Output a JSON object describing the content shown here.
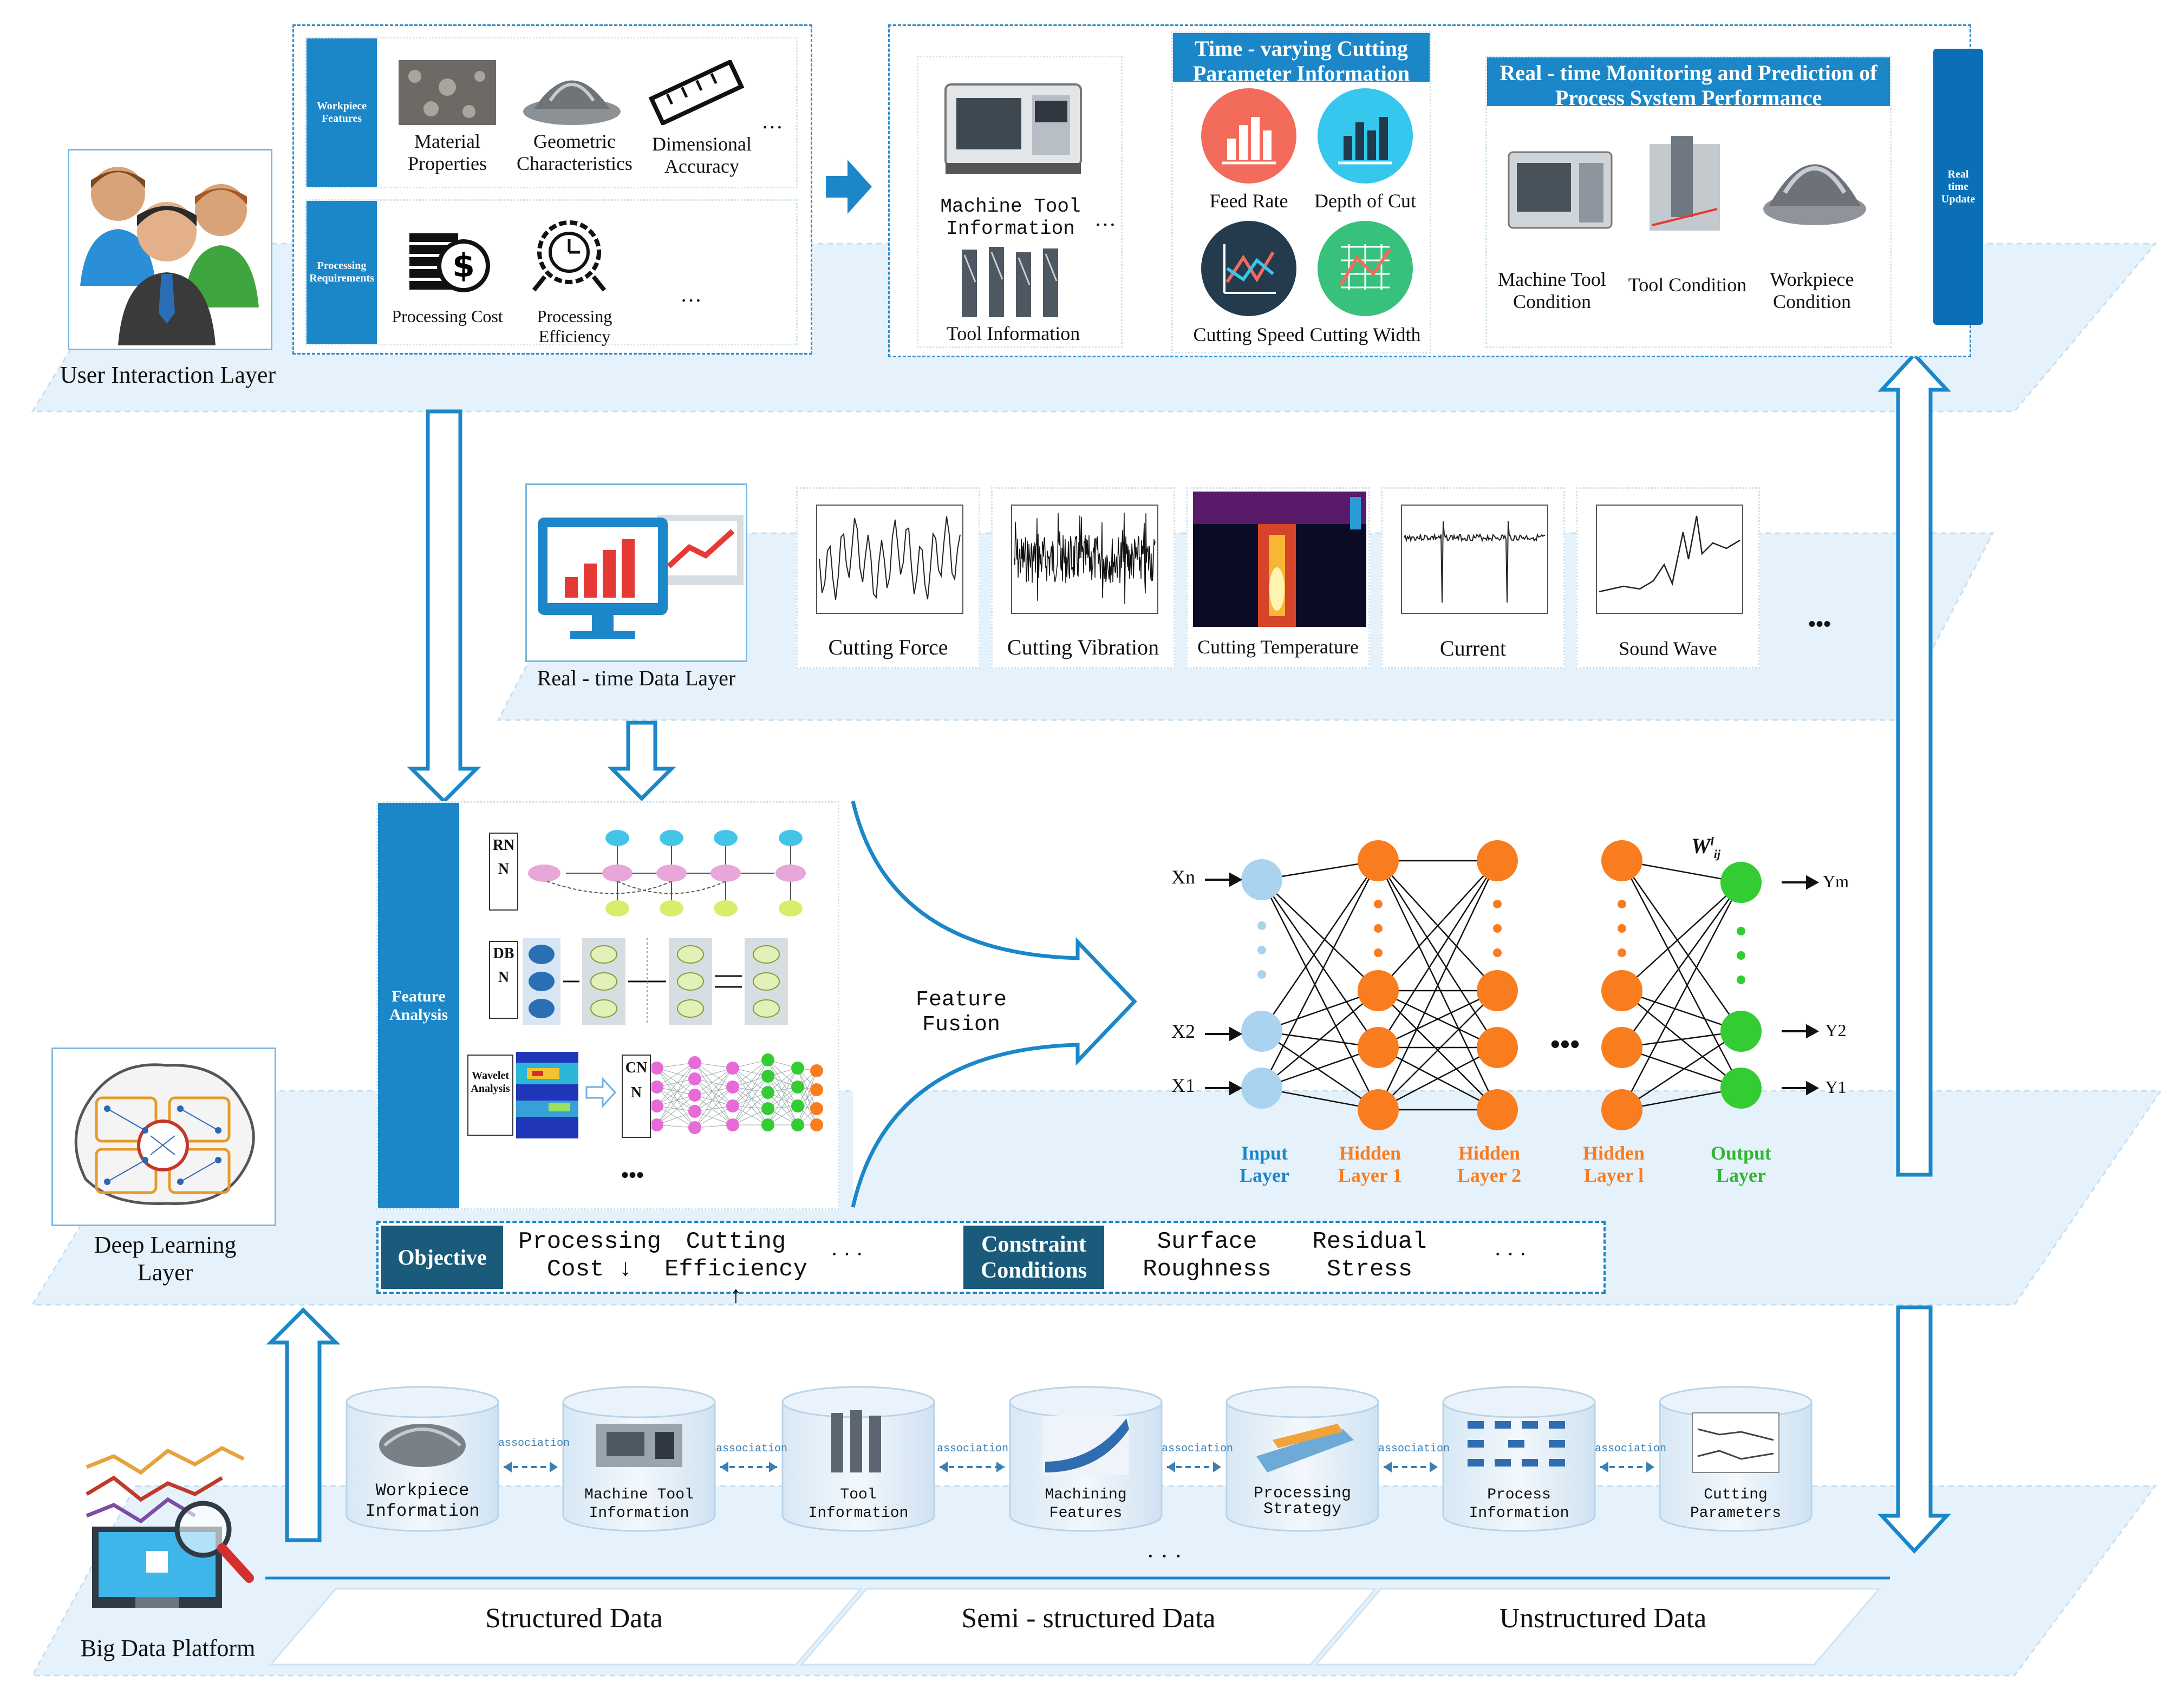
{
  "colors": {
    "accent": "#1b87c9",
    "dark": "#1a5a7a",
    "orange": "#f97d1e",
    "green": "#33cc33",
    "lightBlue": "#a9d3ee",
    "layerBand": "#e6f2fb"
  },
  "layers": {
    "user": "User Interaction Layer",
    "realtime": "Real - time Data Layer",
    "deep": "Deep Learning Layer",
    "bigdata": "Big Data Platform"
  },
  "user_panel": {
    "workpiece_tag": "Workpiece Features",
    "processing_tag": "Processing Requirements",
    "items": [
      "Material Properties",
      "Geometric Characteristics",
      "Dimensional Accuracy"
    ],
    "req_items": [
      "Processing Cost",
      "Processing Efficiency"
    ],
    "ellipsis": "…"
  },
  "info_panel": {
    "machine_tool": "Machine Tool Information",
    "tool": "Tool Information",
    "ellipsis": "…",
    "cutting_title": "Time - varying Cutting Parameter Information",
    "params": [
      "Feed Rate",
      "Depth of Cut",
      "Cutting Speed",
      "Cutting Width"
    ],
    "monitor_title": "Real - time Monitoring and Prediction of Process System Performance",
    "conditions": [
      "Machine Tool Condition",
      "Tool Condition",
      "Workpiece Condition"
    ],
    "realtime_update": "Real time Update"
  },
  "signals": [
    "Cutting Force",
    "Cutting Vibration",
    "Cutting Temperature",
    "Current",
    "Sound Wave"
  ],
  "signals_more": "•••",
  "feature": {
    "bar": "Feature Analysis",
    "rnn": "RNN",
    "dbn": "DBN",
    "cnn": "CNN",
    "wavelet": "Wavelet Analysis",
    "more": "•••",
    "fusion": "Feature Fusion"
  },
  "network": {
    "inputs": [
      "Xn",
      "X2",
      "X1"
    ],
    "outputs": [
      "Ym",
      "Y2",
      "Y1"
    ],
    "weight": "W",
    "layers": [
      "Input Layer",
      "Hidden Layer 1",
      "Hidden Layer 2",
      "Hidden Layer l",
      "Output Layer"
    ],
    "dots": "•••"
  },
  "objectives": {
    "objective_label": "Objective",
    "obj_items": [
      "Processing Cost ↓",
      "Cutting Efficiency ↑"
    ],
    "constraint_label": "Constraint Conditions",
    "con_items": [
      "Surface Roughness",
      "Residual Stress"
    ],
    "ellipsis": "· · ·"
  },
  "bigdata": {
    "cylinders": [
      "Workpiece Information",
      "Machine Tool Information",
      "Tool Information",
      "Machining Features",
      "Processing Strategy",
      "Process Information",
      "Cutting Parameters"
    ],
    "association": "association",
    "more": "· · ·",
    "data_types": [
      "Structured Data",
      "Semi - structured Data",
      "Unstructured Data"
    ]
  }
}
